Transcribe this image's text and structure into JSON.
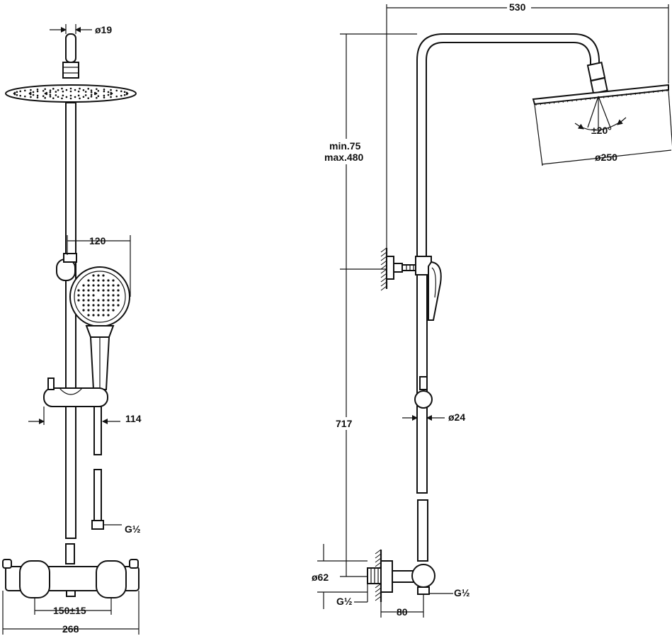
{
  "dimensions": {
    "pipe_diameter": "ø19",
    "handshower_width": "120",
    "wall_offset": "114",
    "hose_thread": "G½",
    "centers": "150±15",
    "mixer_width": "268",
    "overall_width": "530",
    "height_adjust_line1": "min.75",
    "height_adjust_line2": "max.480",
    "tilt_angle": "±20°",
    "head_diameter": "ø250",
    "knob_diameter": "ø24",
    "column_height": "717",
    "flange_diameter": "ø62",
    "inlet_thread_left": "G½",
    "inlet_projection": "80",
    "inlet_thread_right": "G½"
  }
}
